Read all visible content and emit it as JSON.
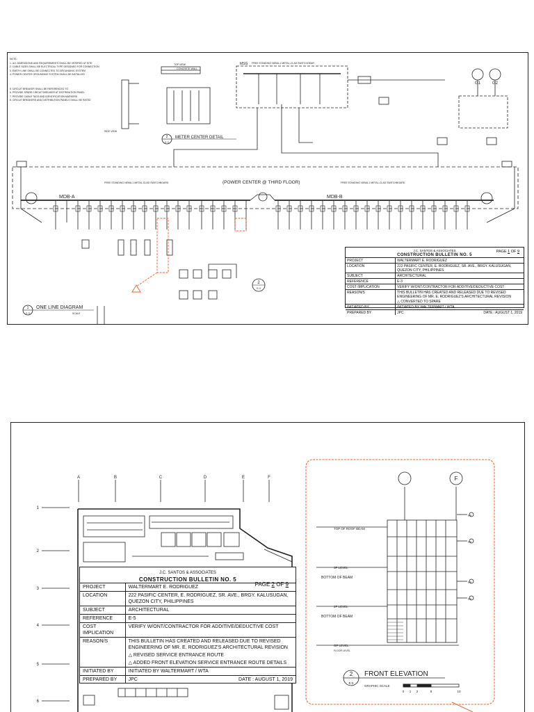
{
  "sheet1": {
    "notes_title": "NOTE:",
    "notes": [
      "1. ALL DIMENSIONS AND REQUIREMENTS SHALL BE VERIFIED AT SITE",
      "2. CABLE SIZES SHALL BE ELECTRICAL TYPE DESIGNED FOR CONNECTION",
      "3. EARTH LINE SHALL BE CONNECTED TO GROUNDING SYSTEM",
      "4. POWER CENTER GROUNDING SYSTEM SHALL BE INSTALLED",
      "5. CIRCUIT BREAKER SHALL BE REFERENCED TO",
      "6. PROVIDE SPARE CIRCUIT BREAKER AT DISTRIBUTION PANEL",
      "7. PROVIDE CABLE TAGS AND IDENTIFICATION MARKERS",
      "8. CIRCUIT BREAKERS AND DISTRIBUTION PANELS SHALL BE RATED"
    ],
    "meter_detail_number": "2",
    "meter_detail_sheet": "E-3",
    "meter_detail_title": "METER CENTER DETAIL",
    "meter_labels": {
      "concrete_wall": "CONCRETE WALL",
      "side_view": "SIDE VIEW",
      "top_view": "TOP VIEW"
    },
    "msg_label": "MSG",
    "msg_note": "FREE STANDING NEMA-1 METAL-CLAD SWITCHGEAR",
    "g1": "G1",
    "g2": "G2",
    "power_center_title": "(POWER CENTER @ THIRD FLOOR)",
    "mdb_a": "MDB-A",
    "mdb_b": "MDB-B",
    "mdb_note": "FREE STANDING NEMA-1 METAL-CLAD SWITCHBOARD",
    "one_line_number": "1",
    "one_line_sheet": "E-3",
    "one_line_title": "ONE LINE DIAGRAM",
    "one_line_scale": "SCALE",
    "detail_ref_number": "2",
    "detail_ref_sheet": "E-3",
    "titleblock": {
      "firm": "J.C. SANTOS & ASSOCIATES",
      "bulletin": "CONSTRUCTION BULLETIN NO. 5",
      "page_prefix": "PAGE",
      "page_num": "1",
      "page_of": "OF",
      "page_total": "9",
      "rows": [
        {
          "k": "PROJECT",
          "v": "WALTERMART E. RODRIGUEZ"
        },
        {
          "k": "LOCATION",
          "v": "222 PASIFIC CENTER, E. RODRIGUEZ, SR. AVE., BRGY. KALUSUGAN, QUEZON CITY, PHILIPPINES"
        },
        {
          "k": "SUBJECT",
          "v": "ARCHITECTURAL"
        },
        {
          "k": "REFERENCE",
          "v": "E-3"
        },
        {
          "k": "COST IMPLICATION",
          "v": "VERIFY W/ONT/CONTRACTOR FOR ADDITIVE/DEDUCTIVE COST"
        },
        {
          "k": "REASON/S",
          "v": "THIS BULLETIN HAS CREATED AND RELEASED DUE TO REVISED ENGINEERING OF MR. E. RODRIGUEZ'S ARCHITECTURAL REVISION"
        },
        {
          "k": "",
          "v": "CONVERTED TO SPARE"
        },
        {
          "k": "INITIATED BY",
          "v": "INITIATED BY WALTERMART / WTA"
        },
        {
          "k": "PREPARED BY",
          "v": "JPC",
          "date": "DATE : AUGUST 1, 2019"
        }
      ]
    }
  },
  "sheet2": {
    "grid_cols": [
      "A",
      "B",
      "C",
      "D",
      "E",
      "F"
    ],
    "grid_rows": [
      "1",
      "2",
      "3",
      "4",
      "5",
      "6"
    ],
    "elev_cols": [
      "",
      "F"
    ],
    "elev_levels": [
      {
        "name": "TOP OF ROOF BEAM",
        "sub": ""
      },
      {
        "name": "3F LEVEL",
        "sub": "BOTTOM OF BEAM"
      },
      {
        "name": "2F LEVEL",
        "sub": "BOTTOM OF BEAM"
      },
      {
        "name": "GF LEVEL",
        "sub": "FLOOR LEVEL"
      }
    ],
    "elev_tags": [
      "FB",
      "FB",
      "FB",
      "FB"
    ],
    "elevation_number": "2",
    "elevation_sheet": "E-5",
    "elevation_title": "FRONT ELEVATION",
    "graphic_scale_label": "GRAPHIC SCALE",
    "graphic_scale_ticks": [
      "0",
      "1",
      "2",
      "5",
      "10"
    ],
    "titleblock": {
      "firm": "J.C. SANTOS & ASSOCIATES",
      "bulletin": "CONSTRUCTION BULLETIN NO. 5",
      "page_prefix": "PAGE",
      "page_num": "2",
      "page_of": "OF",
      "page_total": "9",
      "rows": [
        {
          "k": "PROJECT",
          "v": "WALTERMART E. RODRIGUEZ"
        },
        {
          "k": "LOCATION",
          "v": "222 PASIFIC CENTER, E. RODRIGUEZ, SR. AVE., BRGY. KALUSUGAN, QUEZON CITY, PHILIPPINES"
        },
        {
          "k": "SUBJECT",
          "v": "ARCHITECTURAL"
        },
        {
          "k": "REFERENCE",
          "v": "E-5"
        },
        {
          "k": "COST IMPLICATION",
          "v": "VERIFY W/ONT/CONTRACTOR FOR ADDITIVE/DEDUCTIVE COST"
        },
        {
          "k": "REASON/S",
          "v": "THIS BULLETIN HAS CREATED AND RELEASED DUE TO REVISED ENGINEERING OF MR. E. RODRIGUEZ'S ARCHITECTURAL REVISION"
        },
        {
          "k": "",
          "v": "REVISED SERVICE ENTRANCE ROUTE"
        },
        {
          "k": "",
          "v": "ADDED FRONT ELEVATION SERVICE ENTRANCE ROUTE DETAILS"
        },
        {
          "k": "INITIATED BY",
          "v": "INITIATED BY WALTERMART / WTA"
        },
        {
          "k": "PREPARED BY",
          "v": "JPC",
          "date": "DATE : AUGUST 1, 2019"
        }
      ]
    }
  },
  "colors": {
    "line": "#222222",
    "revision": "#e8632a"
  }
}
